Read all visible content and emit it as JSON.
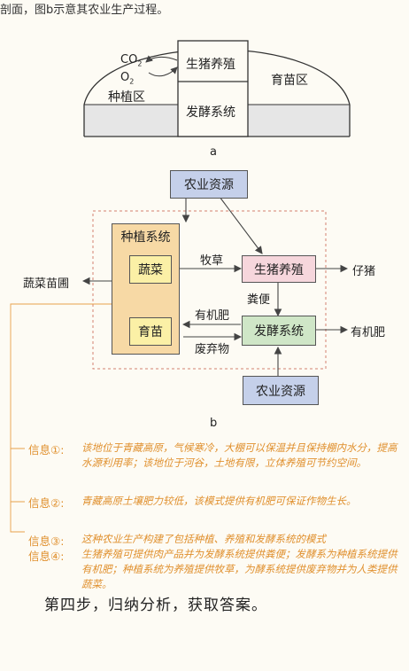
{
  "intro_text": "剖面，图b示意其农业生产过程。",
  "figure_a": {
    "co2": "CO",
    "co2_sub": "2",
    "o2": "O",
    "o2_sub": "2",
    "pig": "生猪养殖",
    "planting": "种植区",
    "nursery": "育苗区",
    "ferment": "发酵系统",
    "caption": "a"
  },
  "figure_b": {
    "agri_top": "农业资源",
    "agri_bottom": "农业资源",
    "planting_system": "种植系统",
    "vegetable": "蔬菜",
    "seedling": "育苗",
    "pig": "生猪养殖",
    "ferment": "发酵系统",
    "forage": "牧草",
    "manure": "粪便",
    "organic_fert_mid": "有机肥",
    "waste": "废弃物",
    "piglet": "仔猪",
    "organic_fert_out": "有机肥",
    "veg_nursery": "蔬菜苗圃",
    "caption": "b"
  },
  "info": [
    {
      "label": "信息①:",
      "text": "该地位于青藏高原，气候寒冷，大棚可以保温并且保持棚内水分，提高水源利用率；该地位于河谷，土地有限，立体养殖可节约空间。"
    },
    {
      "label": "信息②:",
      "text": "青藏高原土壤肥力较低，该模式提供有机肥可保证作物生长。"
    },
    {
      "label": "信息③:",
      "text": "这种农业生产构建了包括种植、养殖和发酵系统的模式"
    },
    {
      "label": "信息④:",
      "text": "生猪养殖可提供肉产品并为发酵系统提供粪便；发酵系为种植系统提供有机肥；种植系统为养殖提供牧草，为酵系统提供废弃物并为人类提供蔬菜。"
    }
  ],
  "step_text": "第四步，归纳分析，获取答案。"
}
